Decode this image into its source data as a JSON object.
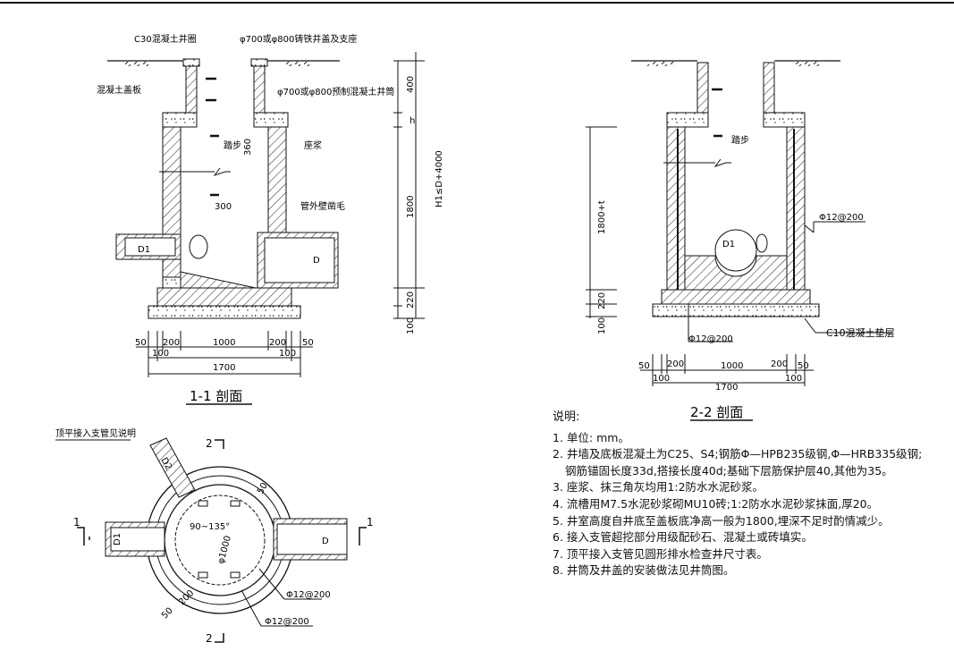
{
  "section1": {
    "title": "1-1 剖面",
    "labels": {
      "c30_ring": "C30混凝土井圈",
      "cover_support": "φ700或φ800铸铁井盖及支座",
      "slab": "混凝土盖板",
      "precast_shaft": "φ700或φ800预制混凝土井筒",
      "step": "踏步",
      "mortar_bed": "座浆",
      "pipe_rough": "管外壁凿毛",
      "pipe_in": "D1",
      "pipe_out": "D"
    },
    "vdims": {
      "h400": "400",
      "h": "h",
      "h360": "360",
      "h300": "300",
      "h1800": "1800",
      "h220": "220",
      "h100": "100",
      "total": "H1≤D+4000"
    },
    "hdims": {
      "a": "50",
      "b": "200",
      "c": "1000",
      "d": "200",
      "e": "50",
      "f": "100",
      "g": "100",
      "total": "1700"
    }
  },
  "section2": {
    "title": "2-2 剖面",
    "labels": {
      "step": "踏步",
      "rebar": "Φ12@200",
      "rebar2": "Φ12@200",
      "pad": "C10混凝土垫层",
      "pipe": "D1"
    },
    "vdims": {
      "h1800": "1800+t",
      "h220": "220",
      "h100": "100"
    },
    "hdims": {
      "a": "50",
      "b": "200",
      "c": "1000",
      "d": "200",
      "e": "50",
      "f": "100",
      "g": "100",
      "total": "1700"
    }
  },
  "plan": {
    "note": "顶平接入支管见说明",
    "mark_1": "1",
    "mark_2": "2",
    "d2": "D2",
    "d1": "D1",
    "d": "D",
    "dia": "φ1000",
    "angle": "90~135°",
    "d50": "50",
    "d200": "200",
    "d50b": "50",
    "rebar1": "Φ12@200",
    "rebar2": "Φ12@200"
  },
  "notes": {
    "heading": "说明:",
    "items": [
      "1. 单位: mm。",
      "2. 井墙及底板混凝土为C25、S4;钢筋Φ—HPB235级钢,Φ—HRB335级钢;",
      "钢筋锚固长度33d,搭接长度40d;基础下层筋保护层40,其他为35。",
      "3. 座浆、抹三角灰均用1:2防水水泥砂浆。",
      "4. 流槽用M7.5水泥砂浆砌MU10砖;1:2防水水泥砂浆抹面,厚20。",
      "5. 井室高度自井底至盖板底净高一般为1800,埋深不足时酌情减少。",
      "6. 接入支管超挖部分用级配砂石、混凝土或砖填实。",
      "7. 顶平接入支管见圆形排水检查井尺寸表。",
      "8. 井筒及井盖的安装做法见井筒图。"
    ]
  }
}
